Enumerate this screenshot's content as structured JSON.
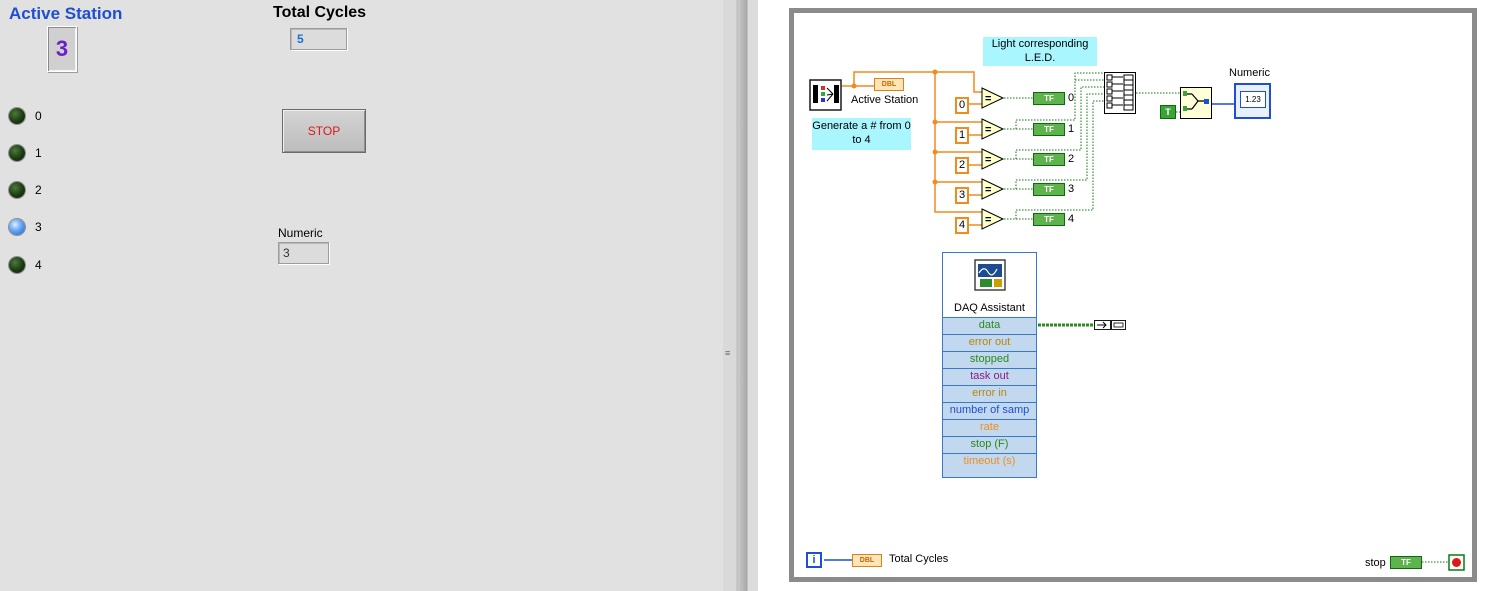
{
  "front_panel": {
    "active_station_label": "Active Station",
    "active_station_value": "3",
    "total_cycles_label": "Total Cycles",
    "total_cycles_value": "5",
    "leds": [
      {
        "label": "0",
        "on": false
      },
      {
        "label": "1",
        "on": false
      },
      {
        "label": "2",
        "on": false
      },
      {
        "label": "3",
        "on": true
      },
      {
        "label": "4",
        "on": false
      }
    ],
    "stop_button_label": "STOP",
    "numeric_label": "Numeric",
    "numeric_value": "3"
  },
  "block_diagram": {
    "note_generate": "Generate a # from 0 to 4",
    "note_light": "Light corresponding L.E.D.",
    "active_station_label": "Active Station",
    "numeric_label": "Numeric",
    "numeric_icon_text": "1.23",
    "total_cycles_label": "Total Cycles",
    "stop_label": "stop",
    "dbl_tag": "DBL",
    "tf_tag": "TF",
    "true_const": "T",
    "iteration_label": "i",
    "constants": [
      "0",
      "1",
      "2",
      "3",
      "4"
    ],
    "tf_labels": [
      "0",
      "1",
      "2",
      "3",
      "4"
    ],
    "daq": {
      "title": "DAQ Assistant",
      "terminals": [
        {
          "label": "data",
          "color": "#2a8a1a"
        },
        {
          "label": "error out",
          "color": "#b8860b"
        },
        {
          "label": "stopped",
          "color": "#2a8a1a"
        },
        {
          "label": "task out",
          "color": "#8b1c8b"
        },
        {
          "label": "error in",
          "color": "#b8860b"
        },
        {
          "label": "number of samp",
          "color": "#1f4fd1"
        },
        {
          "label": "rate",
          "color": "#f08c1e"
        },
        {
          "label": "stop (F)",
          "color": "#2a8a1a"
        },
        {
          "label": "timeout (s)",
          "color": "#f08c1e"
        }
      ]
    },
    "colors": {
      "numeric_wire": "#f08c1e",
      "boolean_wire": "#0c7a0c",
      "int_wire": "#1f4fd1",
      "note_bg": "#a9f6ff"
    }
  }
}
